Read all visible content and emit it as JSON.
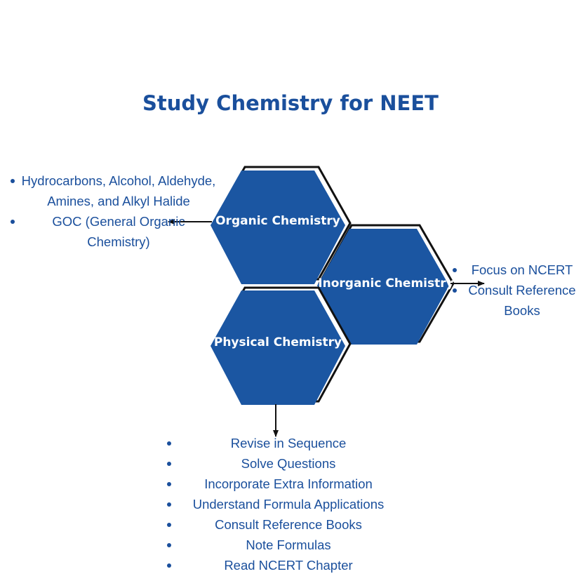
{
  "title": "Study Chemistry for NEET",
  "colors": {
    "hex_fill": "#1b56a2",
    "hex_outline": "#111111",
    "text_blue": "#1a4f9c",
    "arrow": "#111111"
  },
  "hexagons": {
    "organic": "Organic Chemistry",
    "inorganic": "Inorganic Chemistry",
    "physical": "Physical Chemistry"
  },
  "organic_points": [
    "Hydrocarbons, Alcohol, Aldehyde, Amines, and Alkyl Halide",
    "GOC (General Organic Chemistry)"
  ],
  "inorganic_points": [
    "Focus on NCERT",
    "Consult Reference Books"
  ],
  "physical_points": [
    "Revise in Sequence",
    "Solve Questions",
    "Incorporate Extra Information",
    "Understand Formula Applications",
    "Consult Reference Books",
    "Note Formulas",
    "Read NCERT Chapter"
  ]
}
